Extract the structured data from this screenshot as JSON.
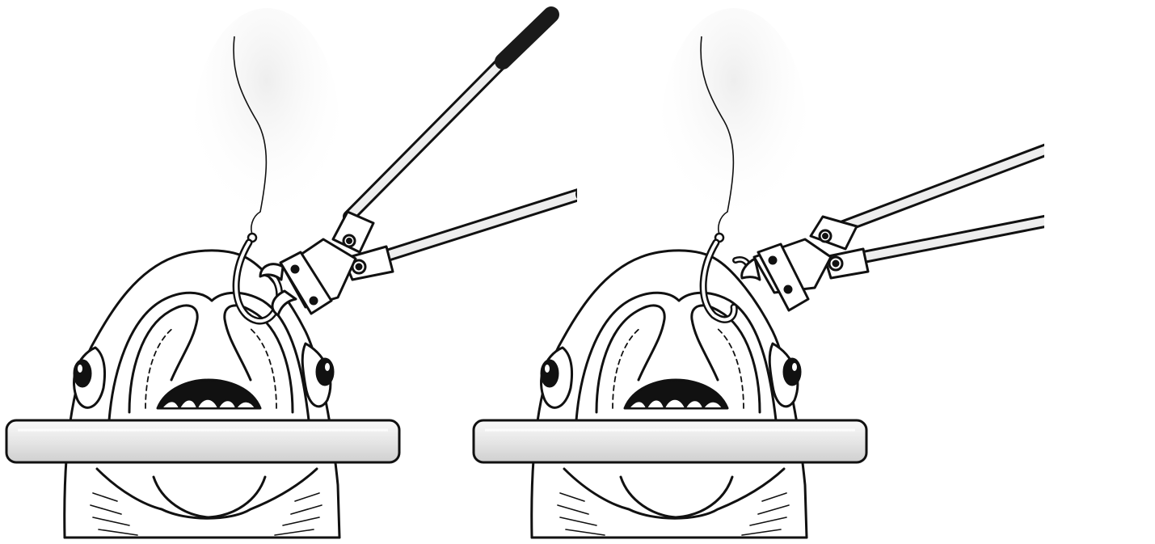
{
  "figure": {
    "panels": [
      {
        "id": "step-1",
        "icons": [
          "shark-head-icon",
          "bite-block-icon",
          "fishing-line-icon",
          "circle-hook-icon",
          "bolt-cutter-icon"
        ],
        "cutter_state": "open"
      },
      {
        "id": "step-2",
        "icons": [
          "shark-head-icon",
          "bite-block-icon",
          "fishing-line-icon",
          "cut-hook-icon",
          "bolt-cutter-icon"
        ],
        "cutter_state": "closed"
      }
    ],
    "colors": {
      "ink": "#111111",
      "paper": "#ffffff",
      "handle_grip": "#1a1a1a",
      "bar_fill": "#eeeeee"
    }
  }
}
